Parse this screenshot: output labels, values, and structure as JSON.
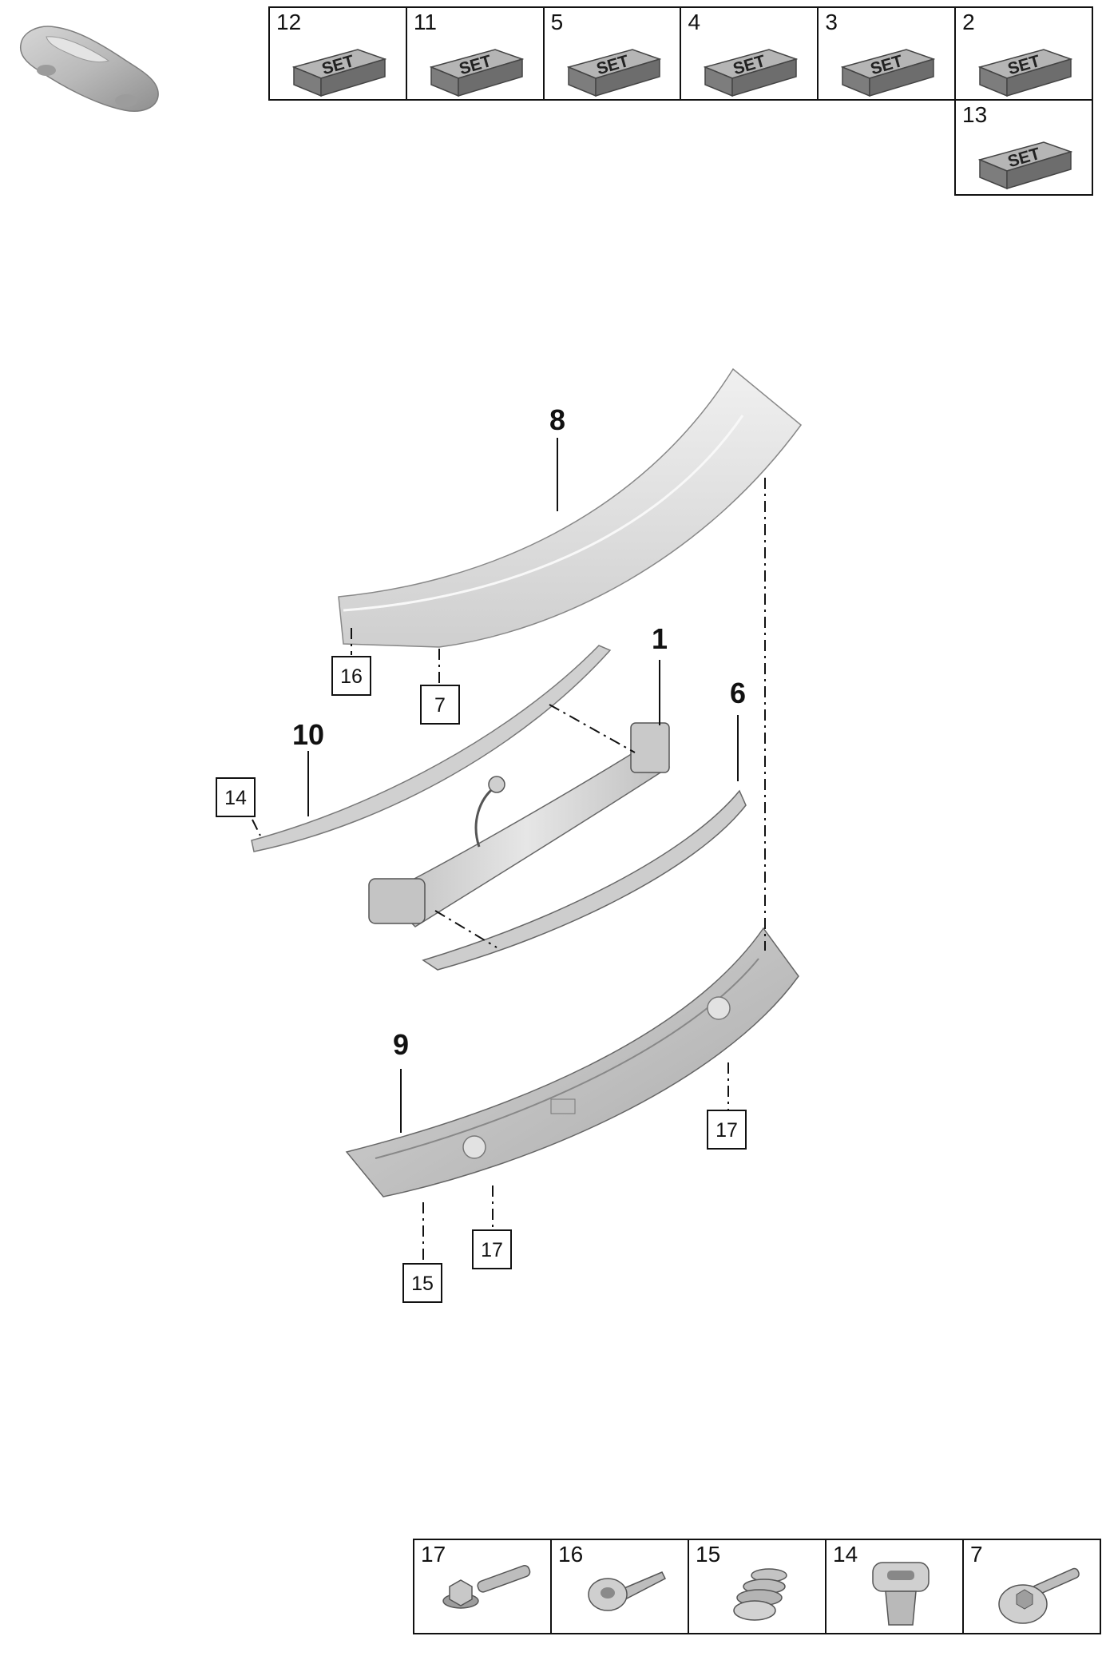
{
  "set_table": {
    "cells": [
      {
        "number": "12",
        "label": "SET"
      },
      {
        "number": "11",
        "label": "SET"
      },
      {
        "number": "5",
        "label": "SET"
      },
      {
        "number": "4",
        "label": "SET"
      },
      {
        "number": "3",
        "label": "SET"
      },
      {
        "number": "2",
        "label": "SET"
      }
    ],
    "extra": {
      "number": "13",
      "label": "SET"
    }
  },
  "callouts": {
    "rear_spoiler": "8",
    "actuator": "1",
    "seal_strip": "6",
    "cover_strip": "10",
    "spoiler_frame": "9"
  },
  "boxed_refs": {
    "ref_16": "16",
    "ref_7": "7",
    "ref_14": "14",
    "ref_17_right": "17",
    "ref_17_bottom": "17",
    "ref_15": "15"
  },
  "hardware_table": {
    "cells": [
      {
        "number": "17",
        "icon": "hex-bolt-icon"
      },
      {
        "number": "16",
        "icon": "torx-screw-icon"
      },
      {
        "number": "15",
        "icon": "spring-clip-icon"
      },
      {
        "number": "14",
        "icon": "snap-nut-icon"
      },
      {
        "number": "7",
        "icon": "washer-bolt-icon"
      }
    ]
  }
}
